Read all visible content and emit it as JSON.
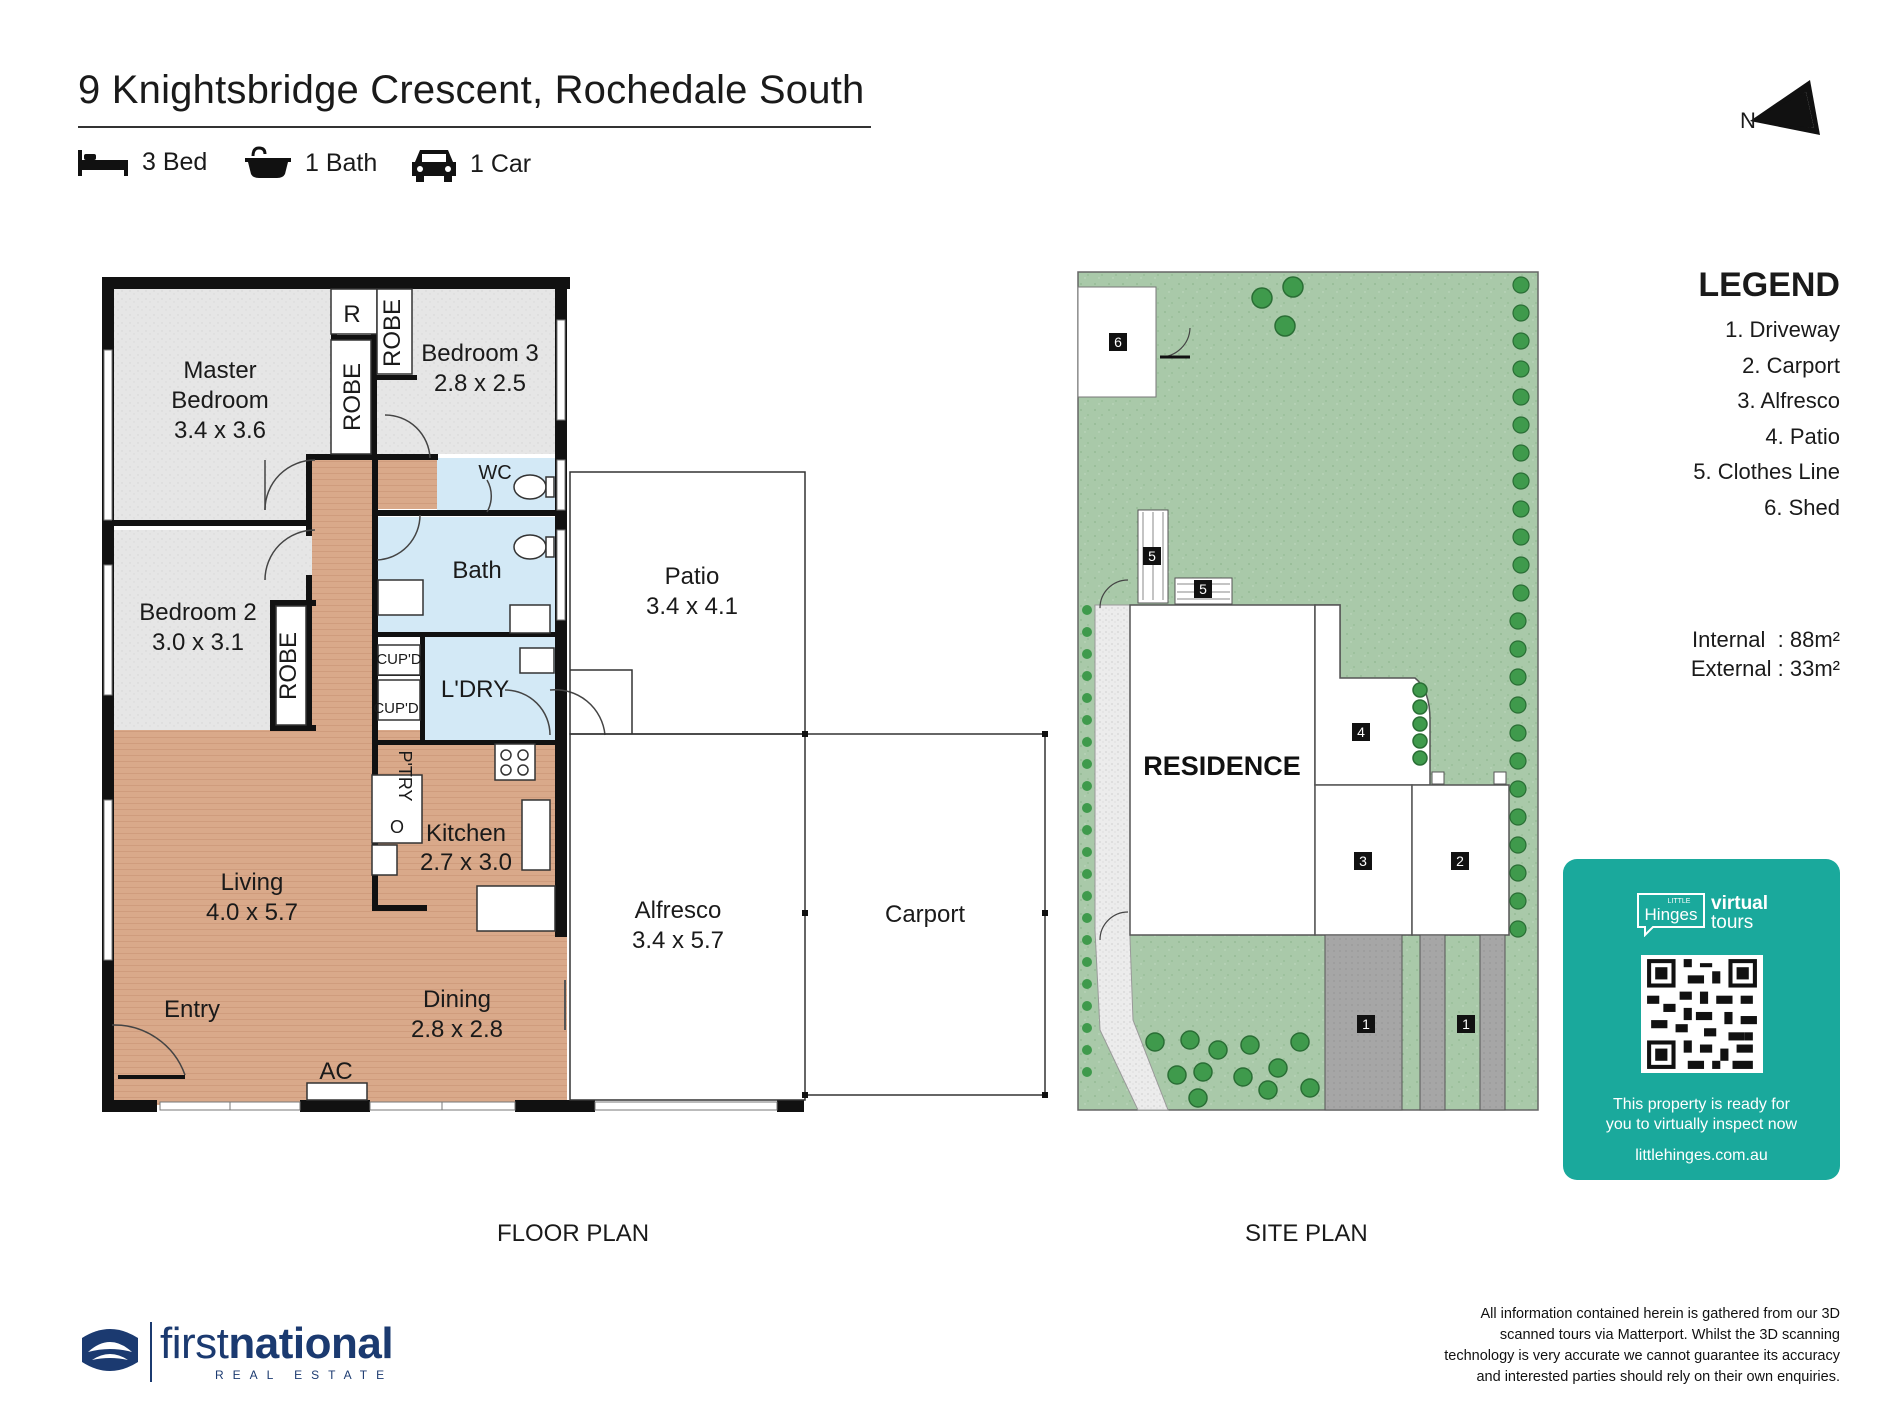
{
  "header": {
    "title": "9 Knightsbridge Crescent, Rochedale South",
    "features": {
      "bed": "3 Bed",
      "bath": "1 Bath",
      "car": "1 Car"
    },
    "north": "N"
  },
  "floor_plan": {
    "label": "FLOOR PLAN",
    "rooms": {
      "master_1": "Master",
      "master_2": "Bedroom",
      "master_3": "3.4 x 3.6",
      "bed3_1": "Bedroom 3",
      "bed3_2": "2.8 x 2.5",
      "bed2_1": "Bedroom 2",
      "bed2_2": "3.0 x 3.1",
      "r": "R",
      "robe": "ROBE",
      "wc": "WC",
      "bath": "Bath",
      "cupd": "CUP'D",
      "ldry": "L'DRY",
      "ptry": "P'TRY",
      "o": "O",
      "kitchen_1": "Kitchen",
      "kitchen_2": "2.7 x 3.0",
      "living_1": "Living",
      "living_2": "4.0 x 5.7",
      "entry": "Entry",
      "dining_1": "Dining",
      "dining_2": "2.8 x 2.8",
      "ac": "AC",
      "patio_1": "Patio",
      "patio_2": "3.4 x 4.1",
      "alfresco_1": "Alfresco",
      "alfresco_2": "3.4 x 5.7",
      "carport": "Carport"
    }
  },
  "site_plan": {
    "label": "SITE PLAN",
    "residence": "RESIDENCE",
    "markers": {
      "m1": "1",
      "m2": "2",
      "m3": "3",
      "m4": "4",
      "m5": "5",
      "m6": "6"
    }
  },
  "legend": {
    "title": "LEGEND",
    "items": [
      "1. Driveway",
      "2. Carport",
      "3. Alfresco",
      "4. Patio",
      "5. Clothes Line",
      "6. Shed"
    ]
  },
  "areas": {
    "internal_label": "Internal",
    "internal_value": "88m²",
    "external_label": "External",
    "external_value": "33m²"
  },
  "promo": {
    "brand_little": "LITTLE",
    "brand_hinges": "Hinges",
    "brand_virtual": "virtual",
    "brand_tours": "tours",
    "message_1": "This property is ready for",
    "message_2": "you to virtually inspect now",
    "url": "littlehinges.com.au"
  },
  "footer": {
    "disclaimer_1": "All information contained herein is gathered from our 3D",
    "disclaimer_2": "scanned tours via Matterport. Whilst the 3D scanning",
    "disclaimer_3": "technology is very accurate we cannot guarantee its accuracy",
    "disclaimer_4": "and interested parties should rely on their own enquiries.",
    "logo_first": "first",
    "logo_national": "national",
    "logo_sub": "REAL ESTATE"
  },
  "colors": {
    "wood": "#d9a98a",
    "carpet": "#e6e6e6",
    "wet": "#d3e9f6",
    "grass": "#a9c9a9",
    "tree": "#3f9a4c",
    "brand_teal": "#1aa99c",
    "brand_navy": "#1b3a70"
  }
}
